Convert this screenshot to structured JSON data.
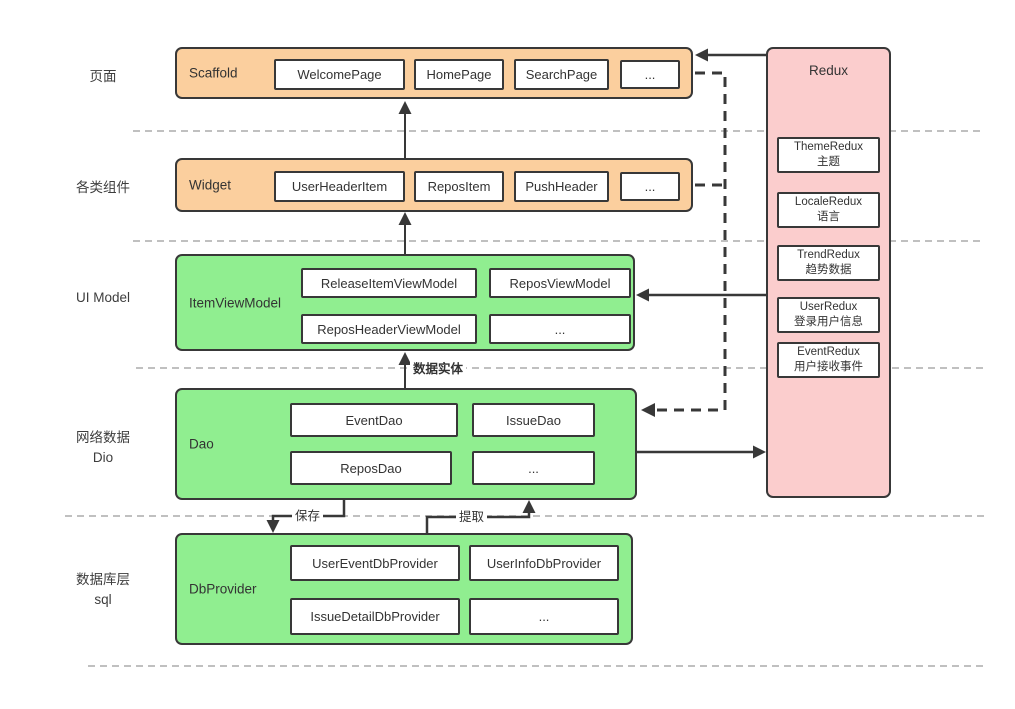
{
  "colors": {
    "layer_orange": "#FBCF9E",
    "layer_green": "#90EE90",
    "redux_pink": "#FBCDCD",
    "node_white": "#FFFFFF",
    "border_dark": "#383838",
    "separator_gray": "#ACACAC"
  },
  "left_labels": {
    "pages": "页面",
    "widgets": "各类组件",
    "ui_model": "UI Model",
    "network1": "网络数据",
    "network2": "Dio",
    "database1": "数据库层",
    "database2": "sql"
  },
  "scaffold": {
    "title": "Scaffold",
    "items": [
      "WelcomePage",
      "HomePage",
      "SearchPage",
      "..."
    ]
  },
  "widget": {
    "title": "Widget",
    "items": [
      "UserHeaderItem",
      "ReposItem",
      "PushHeader",
      "..."
    ]
  },
  "item_view_model": {
    "title": "ItemViewModel",
    "items": [
      "ReleaseItemViewModel",
      "ReposViewModel",
      "ReposHeaderViewModel",
      "..."
    ]
  },
  "dao": {
    "title": "Dao",
    "items": [
      "EventDao",
      "IssueDao",
      "ReposDao",
      "..."
    ]
  },
  "db_provider": {
    "title": "DbProvider",
    "items": [
      "UserEventDbProvider",
      "UserInfoDbProvider",
      "IssueDetailDbProvider",
      "..."
    ]
  },
  "redux": {
    "title": "Redux",
    "items": [
      {
        "name": "ThemeRedux",
        "desc": "主题"
      },
      {
        "name": "LocaleRedux",
        "desc": "语言"
      },
      {
        "name": "TrendRedux",
        "desc": "趋势数据"
      },
      {
        "name": "UserRedux",
        "desc": "登录用户信息"
      },
      {
        "name": "EventRedux",
        "desc": "用户接收事件"
      }
    ]
  },
  "edge_labels": {
    "data_entity": "数据实体",
    "save": "保存",
    "extract": "提取"
  }
}
